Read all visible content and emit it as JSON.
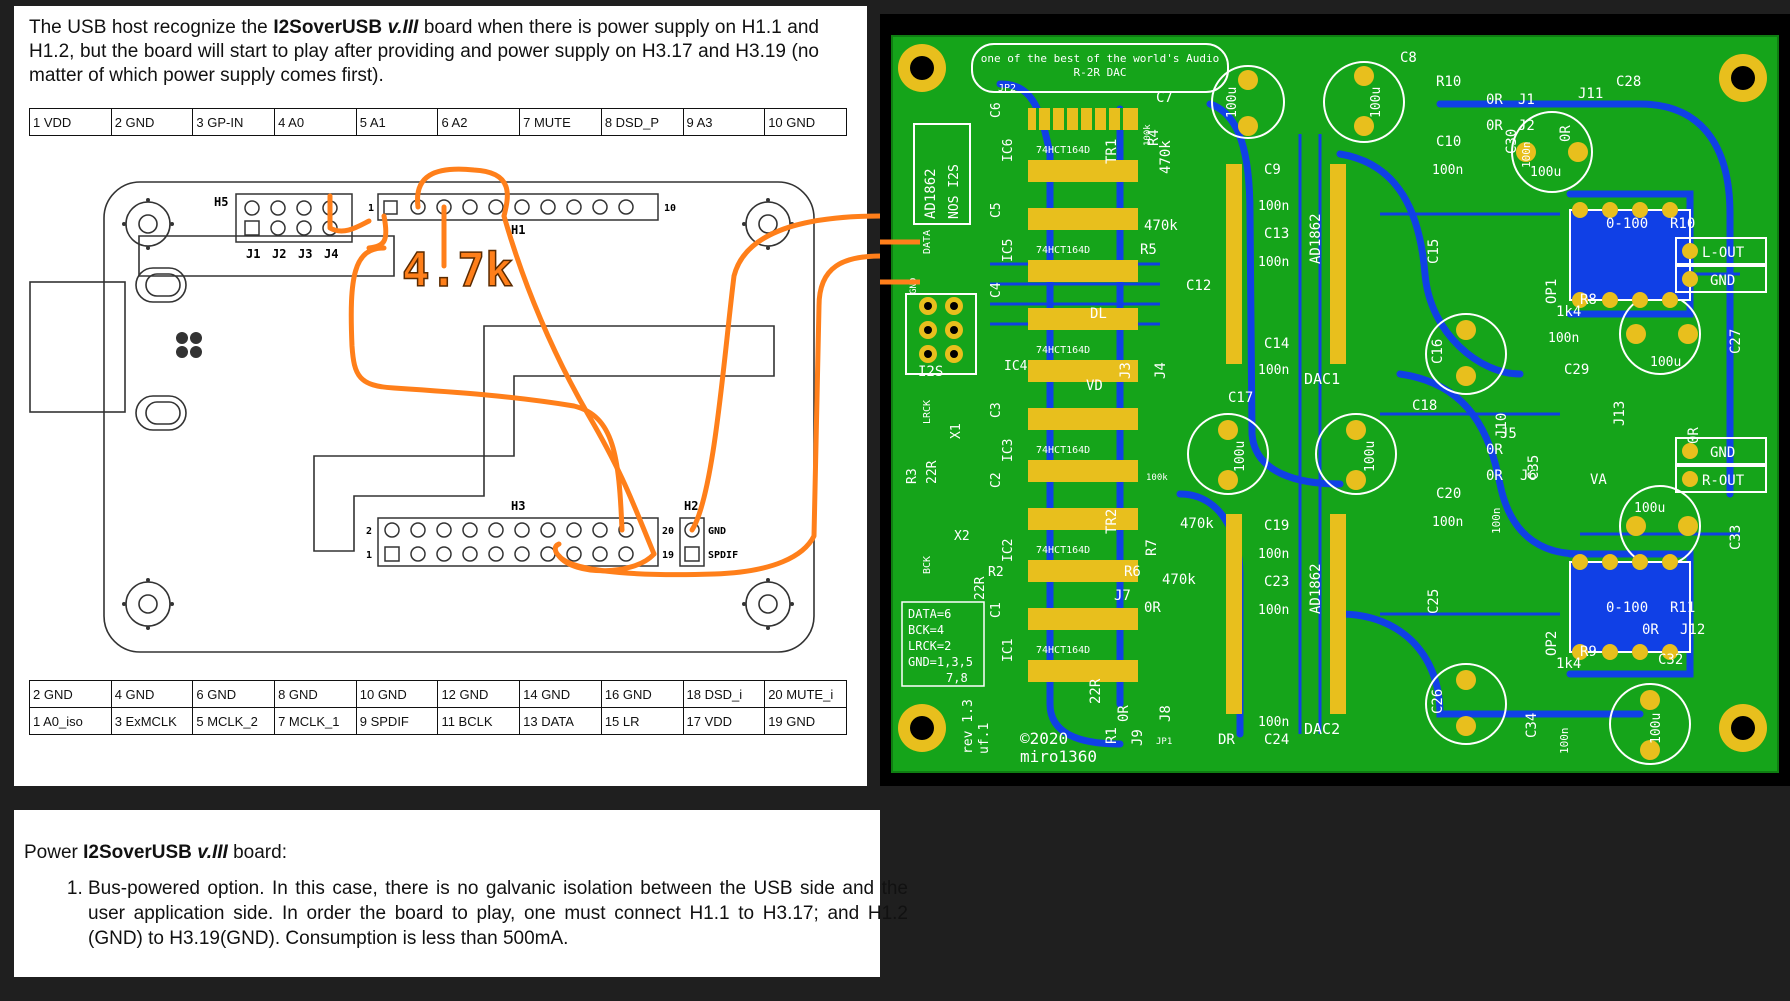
{
  "doc": {
    "intro_parts": {
      "a": "The USB host recognize the ",
      "b": "I2SoverUSB ",
      "c": "v.III",
      "d": " board when there is power supply on H1.1 and H1.2, but the board will start to play after providing and power supply on H3.17 and H3.19 (no matter of which power supply comes first)."
    },
    "h1_row": [
      "1 VDD",
      "2 GND",
      "3 GP-IN",
      "4 A0",
      "5 A1",
      "6 A2",
      "7 MUTE",
      "8 DSD_P",
      "9 A3",
      "10 GND"
    ],
    "h3_even_row": [
      "2 GND",
      "4 GND",
      "6 GND",
      "8 GND",
      "10 GND",
      "12 GND",
      "14 GND",
      "16 GND",
      "18 DSD_i",
      "20 MUTE_i"
    ],
    "h3_odd_row": [
      "1 A0_iso",
      "3 ExMCLK",
      "5 MCLK_2",
      "7 MCLK_1",
      "9 SPDIF",
      "11 BCLK",
      "13 DATA",
      "15 LR",
      "17 VDD",
      "19 GND"
    ],
    "board_labels": {
      "h5": "H5",
      "h1": "H1",
      "h3": "H3",
      "h2": "H2",
      "j1": "J1",
      "j2": "J2",
      "j3": "J3",
      "j4": "J4",
      "pin1": "1",
      "pin10": "10",
      "pin2": "2",
      "pin20": "20",
      "pin19": "19",
      "gnd": "GND",
      "spdif": "SPDIF"
    },
    "resistor_note": "4.7k",
    "power_parts": {
      "a": "Power ",
      "b": "I2SoverUSB ",
      "c": "v.III",
      "d": " board:"
    },
    "power_item_1": "Bus-powered option. In this case, there is no galvanic isolation between the USB side and the user application side. In order the board to play, one must connect H1.1 to H3.17; and H1.2 (GND) to H3.19(GND). Consumption is less than 500mA."
  },
  "pcb": {
    "colors": {
      "board": "#15a41a",
      "copper": "#1040e6",
      "silk": "#ffffff",
      "pad": "#e8bf1d",
      "wire": "#ff7f1a"
    },
    "title_banner": "one of the best of the world's Audio",
    "subtitle": "R-2R DAC",
    "left_labels": {
      "ad1862": "AD1862",
      "nos": "NOS I2S",
      "i2s": "I2S",
      "lrck": "LRCK",
      "data": "DATA",
      "bck": "BCK",
      "gnd": "GND"
    },
    "legend": [
      "DATA=6",
      "BCK=4",
      "LRCK=2",
      "GND=1,3,5",
      "7,8"
    ],
    "ics": [
      "74HCT164D",
      "74HCT164D",
      "74HCT164D",
      "74HCT164D",
      "74HCT164D",
      "74HCT164D"
    ],
    "ic_refs": [
      "IC6",
      "IC5",
      "IC4",
      "IC3",
      "IC2",
      "IC1"
    ],
    "cap_refs_left": [
      "C6",
      "C5",
      "C4",
      "C3",
      "C2",
      "C1"
    ],
    "dac_labels": {
      "dac1": "DAC1",
      "dac2": "DAC2",
      "ad_top": "AD1862",
      "ad_bot": "AD1862"
    },
    "caps_100u": [
      "100u",
      "100u",
      "100u",
      "100u",
      "100u",
      "100u",
      "100u",
      "100u"
    ],
    "caps_100n": [
      "100n",
      "100n",
      "100n",
      "100n",
      "100n",
      "100n",
      "100n",
      "100n",
      "100n",
      "100n",
      "100n",
      "100n"
    ],
    "refs": {
      "c7": "C7",
      "c8": "C8",
      "c9": "C9",
      "c10": "C10",
      "c12": "C12",
      "c13": "C13",
      "c14": "C14",
      "c15": "C15",
      "c16": "C16",
      "c17": "C17",
      "c18": "C18",
      "c19": "C19",
      "c20": "C20",
      "c23": "C23",
      "c24": "C24",
      "c25": "C25",
      "c26": "C26",
      "c27": "C27",
      "c28": "C28",
      "c29": "C29",
      "c30": "C30",
      "c32": "C32",
      "c33": "C33",
      "c34": "C34",
      "c35": "C35",
      "r1": "R1",
      "r2": "R2",
      "r3": "R3",
      "r4": "R4",
      "r5": "R5",
      "r6": "R6",
      "r7": "R7",
      "r8": "R8",
      "r9": "R9",
      "r10": "R10",
      "r11": "R11",
      "tr1": "TR1",
      "tr2": "TR2",
      "op1": "OP1",
      "op2": "OP2",
      "x1": "X1",
      "x2": "X2",
      "j1": "J1",
      "j2": "J2",
      "j3": "J3",
      "j4": "J4",
      "j5": "J5",
      "j6": "J6",
      "j7": "J7",
      "j8": "J8",
      "j9": "J9",
      "j10": "J10",
      "j11": "J11",
      "j12": "J12",
      "j13": "J13",
      "jp1": "JP1",
      "jp2": "JP2",
      "dl": "DL",
      "dr": "DR",
      "vd": "VD",
      "va": "VA"
    },
    "values": {
      "r470k": "470k",
      "r0": "0R",
      "r22": "22R",
      "r1k4": "1k4",
      "r0_100": "0-100",
      "r100k": "100k"
    },
    "outputs": {
      "lout": "L-OUT",
      "gnd1": "GND",
      "gnd2": "GND",
      "rout": "R-OUT"
    },
    "footer": {
      "rev": "rev 1.3",
      "uf": "uf.1",
      "copyright": "©2020",
      "author": "miro1360"
    }
  }
}
